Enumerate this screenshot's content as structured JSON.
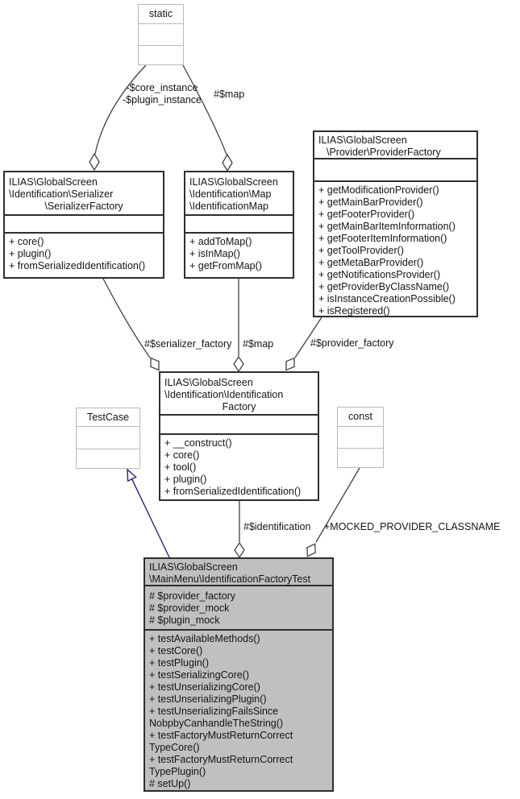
{
  "colors": {
    "class_border": "#2e2e2e",
    "muted_border": "#b9b9b9",
    "edge": "#404040",
    "inheritance_edge": "#191970",
    "test_class_fill": "#c0c0c0",
    "class_fill": "#ffffff"
  },
  "classes": {
    "static_box": {
      "title": "static"
    },
    "test_case": {
      "title": "TestCase"
    },
    "const_box": {
      "title": "const"
    },
    "serializer_factory": {
      "title_lines": [
        "ILIAS\\GlobalScreen",
        "\\Identification\\Serializer",
        "\\SerializerFactory"
      ],
      "methods": [
        "+ core()",
        "+ plugin()",
        "+ fromSerializedIdentification()"
      ]
    },
    "identification_map": {
      "title_lines": [
        "ILIAS\\GlobalScreen",
        "\\Identification\\Map",
        "\\IdentificationMap"
      ],
      "methods": [
        "+ addToMap()",
        "+ isInMap()",
        "+ getFromMap()"
      ]
    },
    "provider_factory": {
      "title_lines": [
        "ILIAS\\GlobalScreen",
        "\\Provider\\ProviderFactory"
      ],
      "methods": [
        "+ getModificationProvider()",
        "+ getMainBarProvider()",
        "+ getFooterProvider()",
        "+ getMainBarItemInformation()",
        "+ getFooterItemInformation()",
        "+ getToolProvider()",
        "+ getMetaBarProvider()",
        "+ getNotificationsProvider()",
        "+ getProviderByClassName()",
        "+ isInstanceCreationPossible()",
        "+ isRegistered()"
      ]
    },
    "identification_factory": {
      "title_lines": [
        "ILIAS\\GlobalScreen",
        "\\Identification\\Identification",
        "Factory"
      ],
      "methods": [
        "+ __construct()",
        "+ core()",
        "+ tool()",
        "+ plugin()",
        "+ fromSerializedIdentification()"
      ]
    },
    "identification_factory_test": {
      "title_lines": [
        "ILIAS\\GlobalScreen",
        "\\MainMenu\\IdentificationFactoryTest"
      ],
      "attributes": [
        "# $provider_factory",
        "# $provider_mock",
        "# $plugin_mock"
      ],
      "methods": [
        "+ testAvailableMethods()",
        "+ testCore()",
        "+ testPlugin()",
        "+ testSerializingCore()",
        "+ testUnserializingCore()",
        "+ testUnserializingPlugin()",
        "+ testUnserializingFailsSince",
        "NobpbyCanhandleTheString()",
        "+ testFactoryMustReturnCorrect",
        "TypeCore()",
        "+ testFactoryMustReturnCorrect",
        "TypePlugin()",
        "# setUp()"
      ]
    }
  },
  "edge_labels": {
    "static_member_1": "-$core_instance",
    "static_member_2": "-$plugin_instance",
    "map_static": "#$map",
    "serializer_factory": "#$serializer_factory",
    "map": "#$map",
    "provider_factory": "#$provider_factory",
    "identification": "#$identification",
    "mocked_provider_classname": "+MOCKED_PROVIDER_CLASSNAME"
  }
}
